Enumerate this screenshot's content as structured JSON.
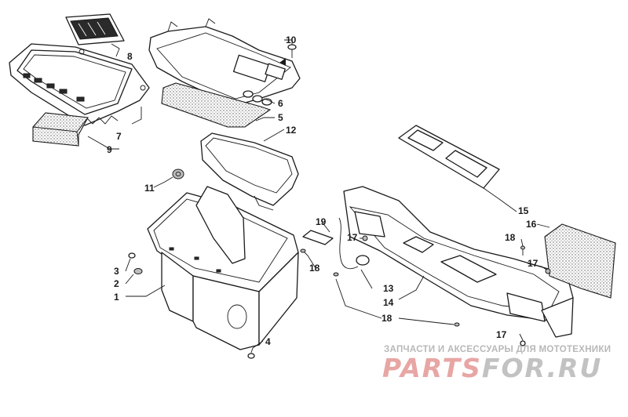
{
  "callouts": {
    "c1": "1",
    "c2": "2",
    "c3": "3",
    "c4": "4",
    "c5": "5",
    "c6": "6",
    "c7": "7",
    "c8": "8",
    "c9": "9",
    "c10": "10",
    "c11": "11",
    "c12": "12",
    "c13": "13",
    "c14": "14",
    "c15": "15",
    "c16": "16",
    "c17a": "17",
    "c17b": "17",
    "c17c": "17",
    "c18a": "18",
    "c18b": "18",
    "c18c": "18",
    "c19": "19"
  },
  "watermark": {
    "caption": "ЗАПЧАСТИ И АКСЕССУАРЫ ДЛЯ МОТОТЕХНИКИ",
    "logo_red": "PARTS",
    "logo_gray": "FOR.RU"
  },
  "colors": {
    "line": "#1a1a1a",
    "watermark_red": "#e7a6a4",
    "watermark_gray": "#c2c2c2"
  }
}
